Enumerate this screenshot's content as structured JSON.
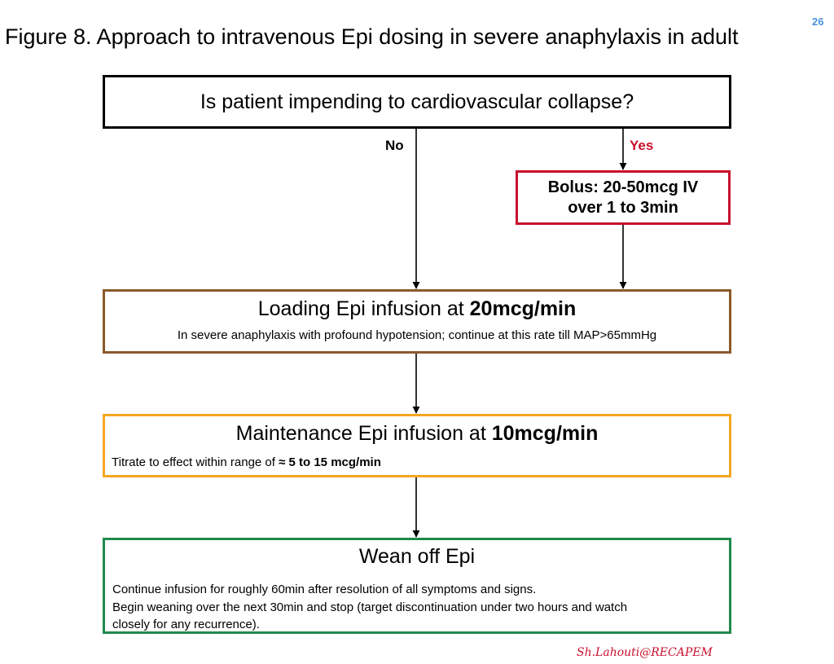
{
  "title": "Figure 8. Approach to intravenous Epi dosing in severe anaphylaxis in adult",
  "page_number": "26",
  "question": "Is patient impending to cardiovascular collapse?",
  "branch_no": "No",
  "branch_yes": "Yes",
  "bolus": {
    "line1": "Bolus: 20-50mcg IV",
    "line2": "over 1 to 3min"
  },
  "loading": {
    "heading": "Loading Epi infusion at ",
    "dose": "20mcg/min",
    "note": "In severe anaphylaxis with profound hypotension; continue at this rate till MAP>65mmHg"
  },
  "maintenance": {
    "heading": "Maintenance Epi infusion at ",
    "dose": "10mcg/min",
    "note": "Titrate to effect within range of ",
    "range": "≈ 5 to 15 mcg/min"
  },
  "wean": {
    "heading": "Wean off Epi",
    "line1": "Continue infusion for roughly 60min after resolution of all symptoms and signs.",
    "line2": "Begin weaning over the next 30min and stop (target discontinuation under two hours and watch",
    "line3": " closely for any recurrence)."
  },
  "credit": "Sh.Lahouti@RECAPEM",
  "colors": {
    "yes": "#c8102e",
    "loading_border": "#8b5a2b",
    "maintenance_border": "#f5a623",
    "wean_border": "#1f8a4c",
    "page_number": "#4a90d9"
  }
}
